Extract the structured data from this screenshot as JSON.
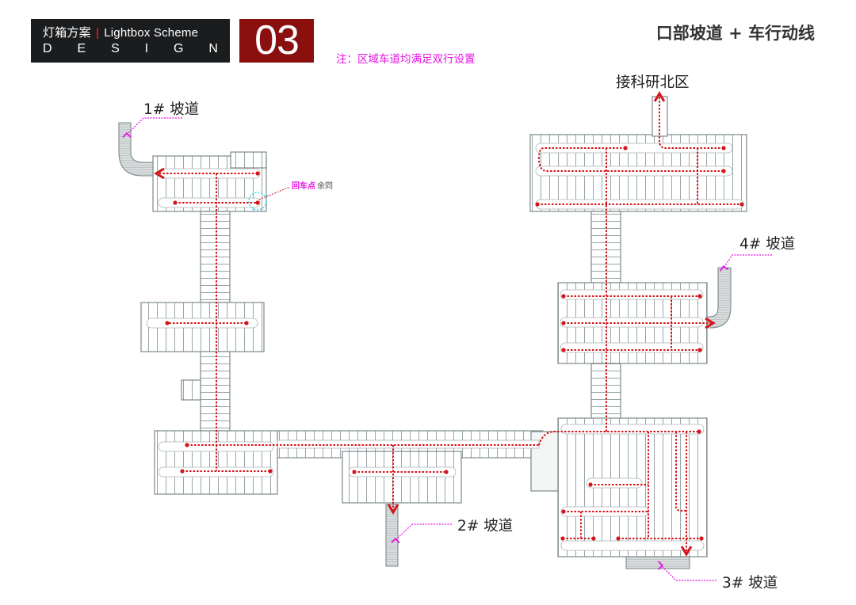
{
  "header": {
    "title_cn": "灯箱方案",
    "separator": "|",
    "title_en": "Lightbox Scheme",
    "design_letters": [
      "D",
      "E",
      "S",
      "I",
      "G",
      "N"
    ],
    "section_number": "03"
  },
  "page_title": "口部坡道 + 车行动线",
  "note": "注：区域车道均满足双行设置",
  "labels": {
    "ramp_1": "1# 坡道",
    "ramp_2": "2# 坡道",
    "ramp_3": "3# 坡道",
    "ramp_4": "4# 坡道",
    "north_exit": "接科研北区",
    "turnaround_point": "回车点",
    "turnaround_rest": "余同"
  },
  "colors": {
    "header_bg": "#1b1c1e",
    "number_bg": "#8a0f0f",
    "route_red": "#d4161b",
    "annotation_magenta": "#e414e4",
    "turnaround_cyan": "#33d6e6",
    "plan_line": "#7d8a8c"
  }
}
